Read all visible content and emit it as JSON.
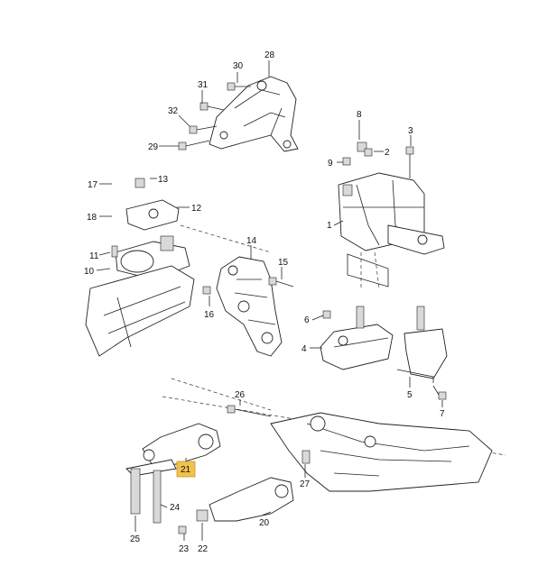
{
  "callouts": {
    "c1": "1",
    "c2": "2",
    "c3": "3",
    "c4": "4",
    "c5": "5",
    "c6": "6",
    "c7": "7",
    "c8": "8",
    "c9": "9",
    "c10": "10",
    "c11": "11",
    "c12": "12",
    "c13": "13",
    "c14": "14",
    "c15": "15",
    "c16": "16",
    "c17": "17",
    "c18": "18",
    "c20": "20",
    "c21": "21",
    "c22": "22",
    "c23": "23",
    "c24": "24",
    "c25": "25",
    "c26": "26",
    "c27": "27",
    "c28": "28",
    "c29": "29",
    "c30": "30",
    "c31": "31",
    "c32": "32"
  },
  "colors": {
    "highlight": "#f2c14e",
    "ink": "#222222"
  }
}
